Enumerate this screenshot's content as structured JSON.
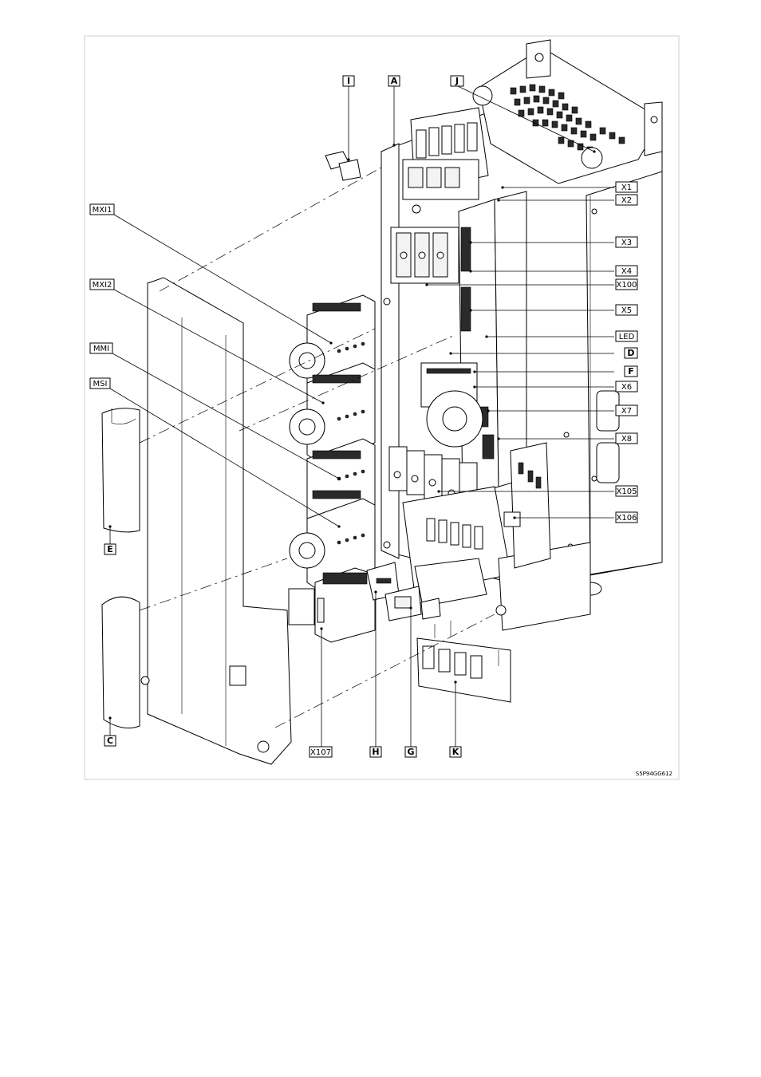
{
  "figure_code": "S5P94GG612",
  "labels": {
    "I": "I",
    "A": "A",
    "J": "J",
    "X1": "X1",
    "X2": "X2",
    "X3": "X3",
    "X4": "X4",
    "X100": "X100",
    "X5": "X5",
    "LED": "LED",
    "D": "D",
    "F": "F",
    "X6": "X6",
    "X7": "X7",
    "X8": "X8",
    "X105": "X105",
    "X106": "X106",
    "MXI1": "MXI1",
    "MXI2": "MXI2",
    "MMI": "MMI",
    "MSI": "MSI",
    "E": "E",
    "C": "C",
    "X107": "X107",
    "H": "H",
    "G": "G",
    "K": "K"
  }
}
